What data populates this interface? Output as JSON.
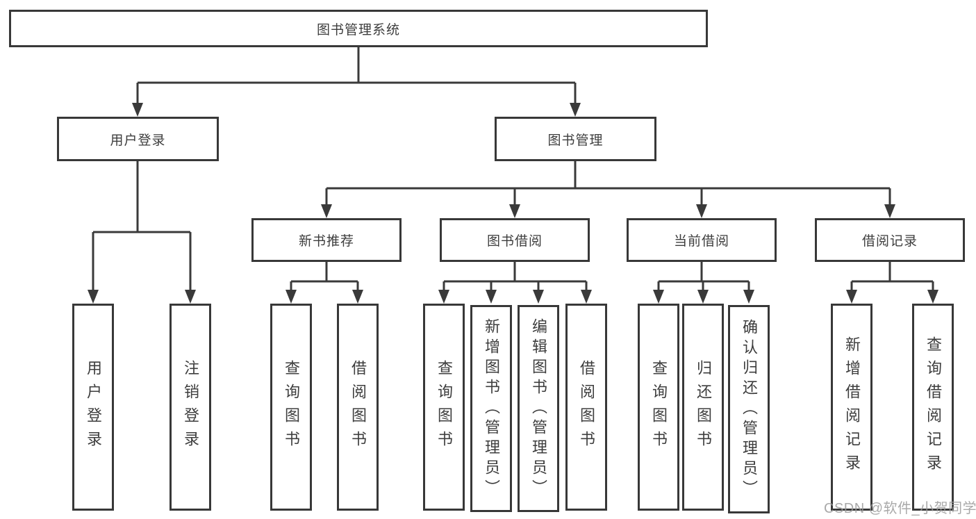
{
  "diagram": {
    "root": {
      "label": "图书管理系统"
    },
    "level2": [
      {
        "label": "用户登录"
      },
      {
        "label": "图书管理"
      }
    ],
    "level3": [
      {
        "label": "新书推荐"
      },
      {
        "label": "图书借阅"
      },
      {
        "label": "当前借阅"
      },
      {
        "label": "借阅记录"
      }
    ],
    "leaves": {
      "user_login": [
        "用户登录",
        "注销登录"
      ],
      "new_book": [
        "查询图书",
        "借阅图书"
      ],
      "book_borrow": [
        "查询图书",
        "新增图书（管理员）",
        "编辑图书（管理员）",
        "借阅图书"
      ],
      "current_borrow": [
        "查询图书",
        "归还图书",
        "确认归还（管理员）"
      ],
      "borrow_record": [
        "新增借阅记录",
        "查询借阅记录"
      ]
    }
  },
  "watermark": {
    "text": "CSDN @软件_小贺同学"
  },
  "colors": {
    "line": "#3a3a3a",
    "border": "#383838",
    "text": "#3d3d3d",
    "box_background": "#ffffff",
    "watermark": "#9b9b9b",
    "background": "#ffffff"
  }
}
